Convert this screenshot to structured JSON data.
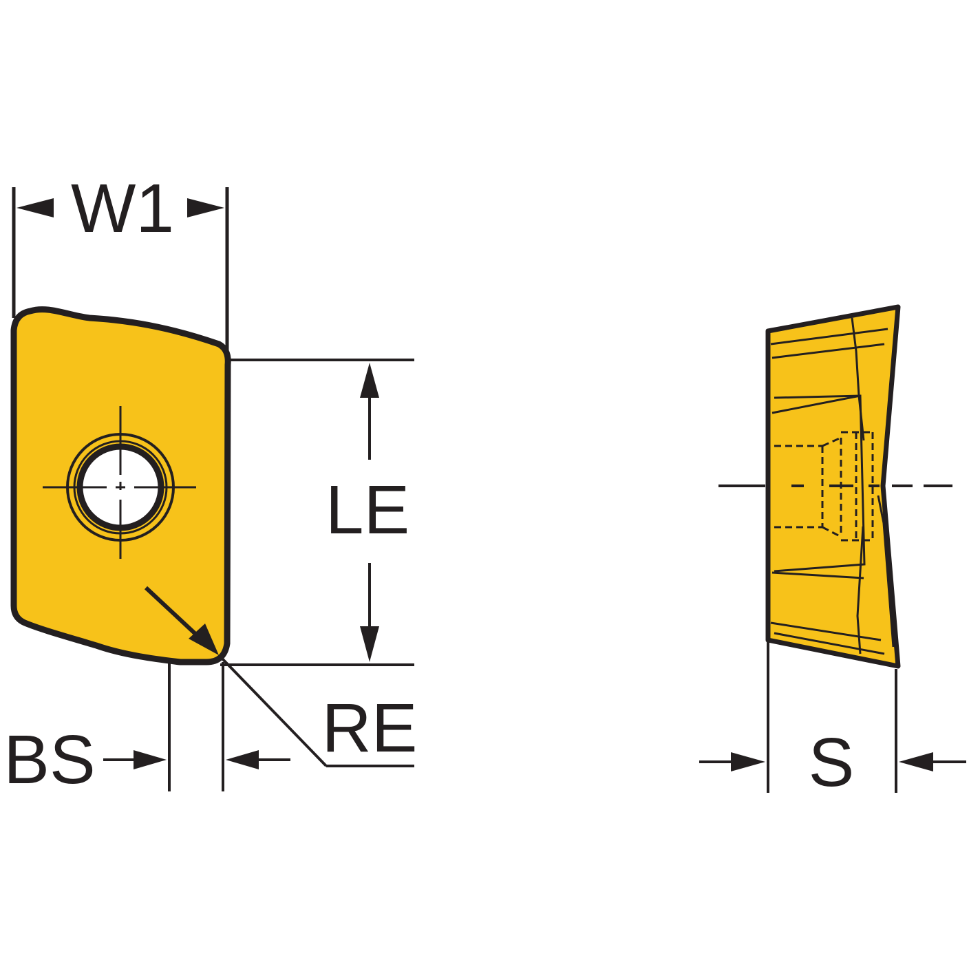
{
  "labels": {
    "w1": "W1",
    "le": "LE",
    "re": "RE",
    "bs": "BS",
    "s": "S"
  },
  "colors": {
    "insert_fill": "#f7c21a",
    "outline": "#231f20",
    "background": "#ffffff"
  }
}
